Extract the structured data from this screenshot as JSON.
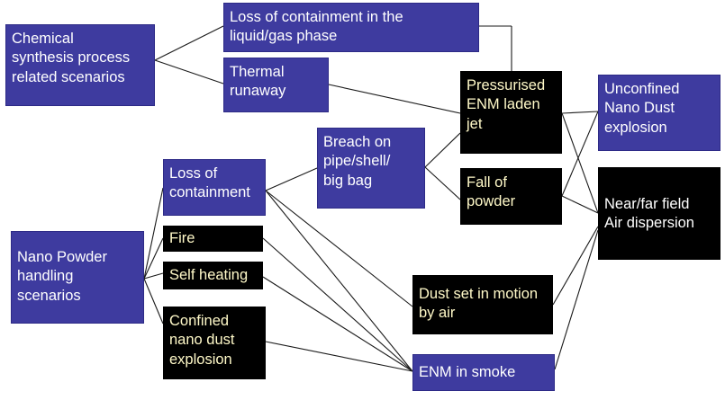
{
  "nodes": {
    "chem_scenarios": "Chemical\nsynthesis process\nrelated scenarios",
    "loss_containment_liquid": "Loss of containment in the\nliquid/gas phase",
    "thermal_runaway": "Thermal\nrunaway",
    "pressurised_jet": "Pressurised\nENM laden\njet",
    "unconfined_explosion": "Unconfined\nNano Dust\nexplosion",
    "breach": "Breach on\npipe/shell/\nbig bag",
    "fall_of_powder": "Fall of\npowder",
    "nearfar_dispersion": "Near/far field\nAir dispersion",
    "loss_of_containment": "Loss of\ncontainment",
    "fire": "Fire",
    "self_heating": "Self heating",
    "nano_scenarios": "Nano Powder\nhandling\nscenarios",
    "confined_explosion": "Confined\nnano dust\nexplosion",
    "dust_motion": "Dust set in motion\nby air",
    "enm_smoke": "ENM in smoke"
  },
  "colors": {
    "blue_box": "#3e3b9f",
    "black_box": "#000000",
    "blue_text": "#ffffff",
    "black_text": "#fff9c8"
  }
}
